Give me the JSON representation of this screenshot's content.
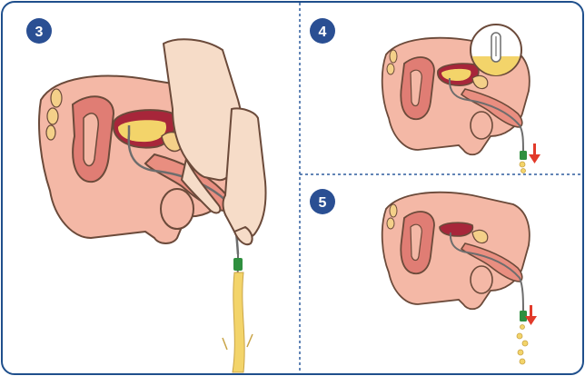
{
  "colors": {
    "frame": "#1f4f8c",
    "badge": "#2a4f93",
    "badge_text": "#ffffff",
    "divider": "#2e5d9e",
    "skin": "#f6dcc8",
    "skin_outline": "#6b4a3a",
    "body": "#f4b8a6",
    "body_dark": "#e98e80",
    "organ": "#e07d74",
    "organ_dark": "#c55a55",
    "bladder_muscle": "#a7263a",
    "urine": "#f3d46a",
    "spine": "#f4d089",
    "catheter": "#6d6d6d",
    "connector": "#2f8f3f",
    "arrow": "#e23a2a"
  },
  "steps": [
    {
      "number": "3",
      "state": "catheter-inserted-by-hand",
      "icons": [
        "pelvis-cross-section",
        "hand-icon"
      ]
    },
    {
      "number": "4",
      "state": "bladder-draining",
      "icons": [
        "pelvis-cross-section",
        "bladder-zoom-icon",
        "down-arrow-icon"
      ]
    },
    {
      "number": "5",
      "state": "bladder-empty-drops",
      "icons": [
        "pelvis-cross-section",
        "down-arrow-icon"
      ]
    }
  ]
}
